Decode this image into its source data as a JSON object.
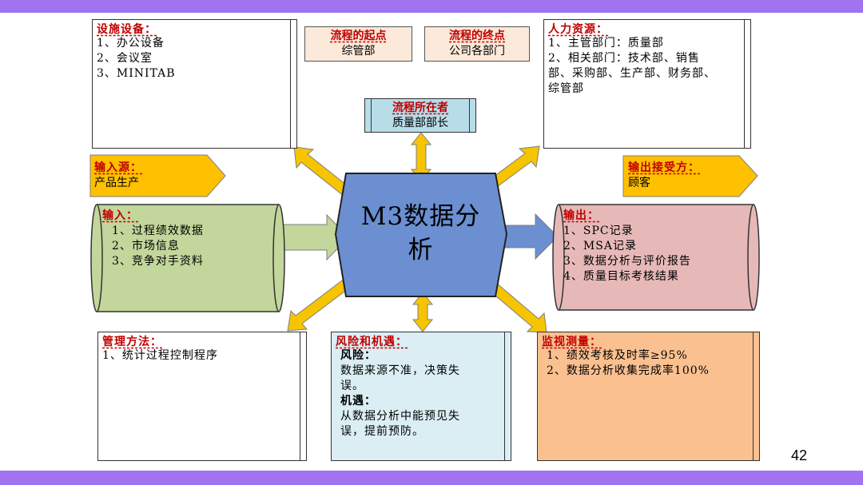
{
  "page_number": "42",
  "center": {
    "line1": "M3数据分",
    "line2": "析"
  },
  "facilities": {
    "title": "设施设备：",
    "items": [
      "1、办公设备",
      "2、会议室",
      "3、MINITAB"
    ]
  },
  "process_start": {
    "title": "流程的起点",
    "value": "综管部"
  },
  "process_end": {
    "title": "流程的终点",
    "value": "公司各部门"
  },
  "process_owner": {
    "title": "流程所在者",
    "value": "质量部部长"
  },
  "human_resources": {
    "title": "人力资源：",
    "items": [
      "1、主管部门：质量部",
      "2、相关部门：技术部、销售",
      "部、采购部、生产部、财务部、",
      "综管部"
    ]
  },
  "input_source": {
    "title": "输入源：",
    "value": "产品生产"
  },
  "output_receiver": {
    "title": "输出接受方：",
    "value": "顾客"
  },
  "input": {
    "title": "输入：",
    "items": [
      "1、过程绩效数据",
      "2、市场信息",
      "3、竞争对手资料"
    ]
  },
  "output": {
    "title": "输出：",
    "items": [
      "1、SPC记录",
      "2、MSA记录",
      "3、数据分析与评价报告",
      "4、质量目标考核结果"
    ]
  },
  "management": {
    "title": "管理方法：",
    "items": [
      "1、统计过程控制程序"
    ]
  },
  "risk": {
    "title": "风险和机遇：",
    "risk_label": "风险：",
    "risk_lines": [
      "数据来源不准，决策失",
      "误。"
    ],
    "opp_label": "机遇：",
    "opp_lines": [
      "从数据分析中能预见失",
      "误，提前预防。"
    ]
  },
  "monitoring": {
    "title": "监视测量：",
    "items": [
      "1、绩效考核及时率≥95%",
      "2、数据分析收集完成率100%"
    ]
  },
  "colors": {
    "accent_bar": "#a173f1",
    "center_fill": "#6b8fd1",
    "arrow_fill": "#f6c400",
    "title_red": "#c00000",
    "input_fill": "#c3d69b",
    "output_fill": "#e6b9b8",
    "tag_fill": "#ffc000",
    "risk_fill": "#dbeef4",
    "monitor_fill": "#fac090",
    "start_end_fill": "#fde9d9",
    "owner_fill": "#b7dde8"
  }
}
